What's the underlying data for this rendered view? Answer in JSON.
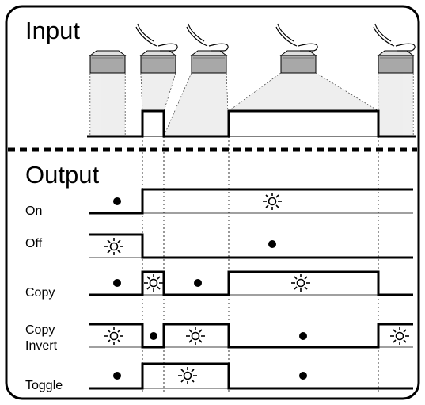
{
  "input": {
    "title": "Input"
  },
  "output": {
    "title": "Output",
    "rows": [
      {
        "label": "On"
      },
      {
        "label": "Off"
      },
      {
        "label": "Copy"
      },
      {
        "label": "Copy",
        "label2": "Invert"
      },
      {
        "label": "Toggle"
      }
    ]
  },
  "colors": {
    "line": "#000000",
    "fill": "#ffffff",
    "button_body": "#a8a8a8",
    "button_top": "#d8d8d8"
  },
  "icons": {
    "lamp_on": "lamp-on-icon",
    "lamp_off": "lamp-off-icon",
    "finger": "pressing-finger-icon",
    "button": "push-button-icon"
  }
}
